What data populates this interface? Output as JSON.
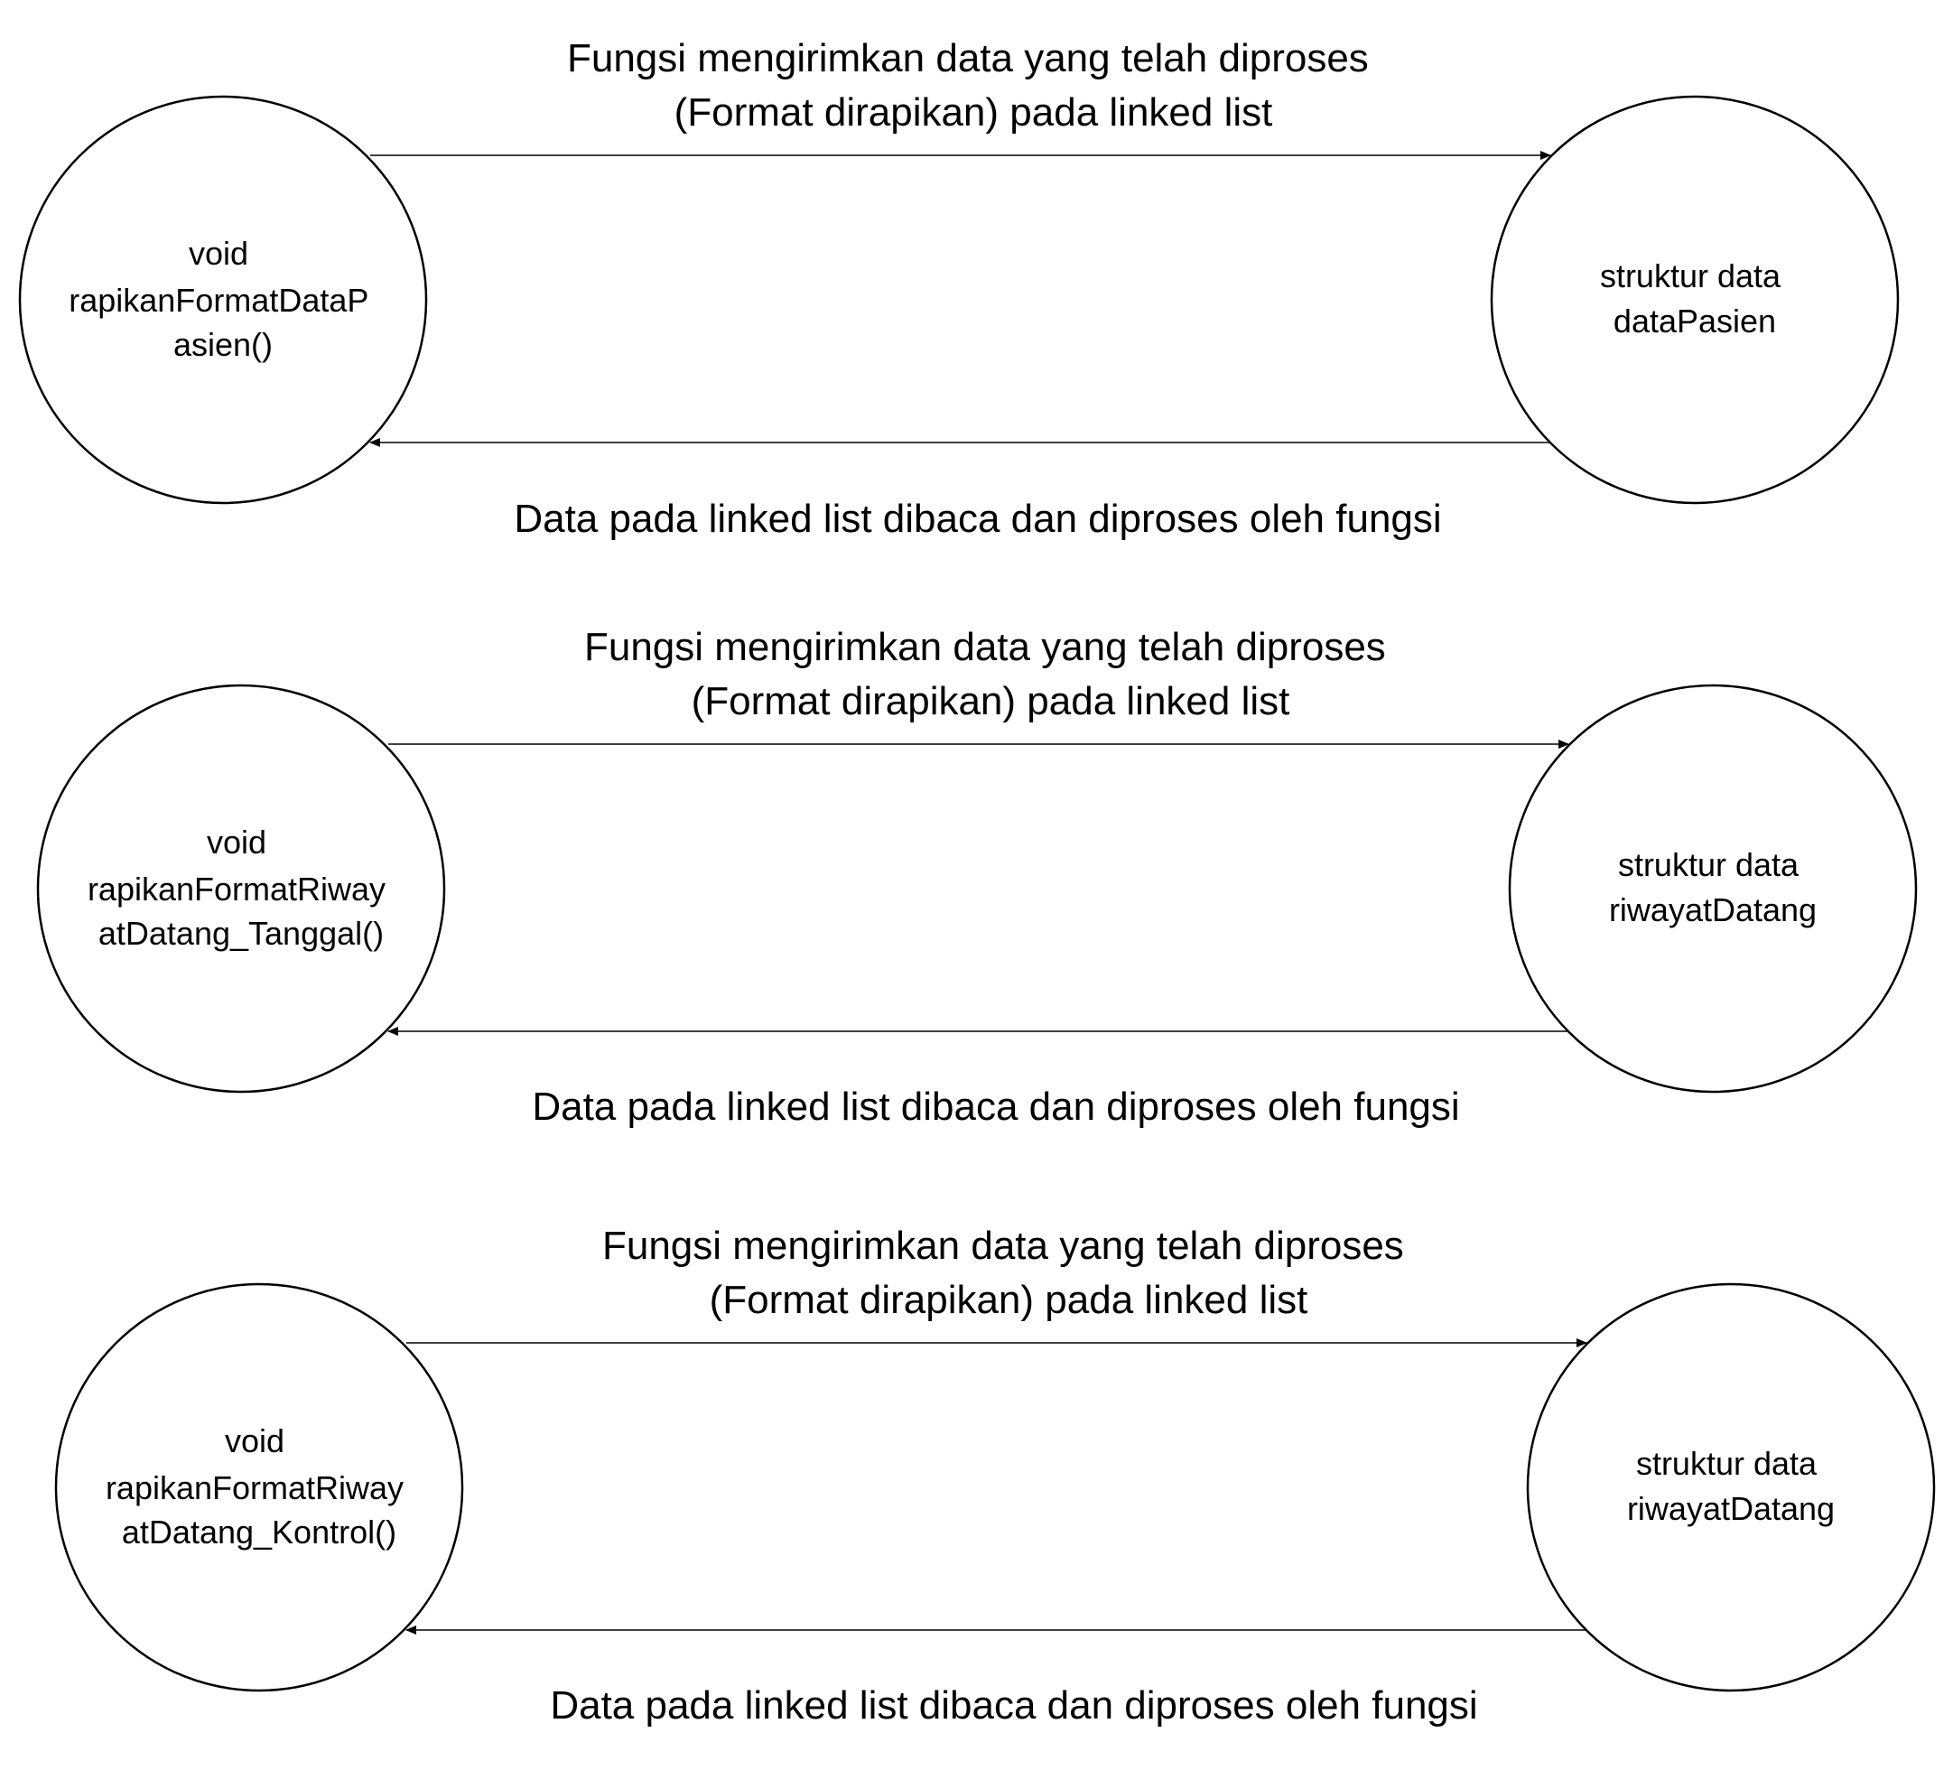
{
  "diagram": {
    "rows": [
      {
        "function_node": {
          "lines": [
            "void",
            "rapikanFormatDataP",
            "asien()"
          ]
        },
        "structure_node": {
          "lines": [
            "struktur data",
            "dataPasien"
          ]
        },
        "forward_edge": {
          "lines": [
            "Fungsi mengirimkan data yang telah diproses",
            "(Format dirapikan) pada linked list"
          ]
        },
        "return_edge": {
          "lines": [
            "Data pada linked list dibaca dan diproses oleh fungsi"
          ]
        }
      },
      {
        "function_node": {
          "lines": [
            "void",
            "rapikanFormatRiway",
            "atDatang_Tanggal()"
          ]
        },
        "structure_node": {
          "lines": [
            "struktur data",
            "riwayatDatang"
          ]
        },
        "forward_edge": {
          "lines": [
            "Fungsi mengirimkan data yang telah diproses",
            "(Format dirapikan) pada linked list"
          ]
        },
        "return_edge": {
          "lines": [
            "Data pada linked list dibaca dan diproses oleh fungsi"
          ]
        }
      },
      {
        "function_node": {
          "lines": [
            "void",
            "rapikanFormatRiway",
            "atDatang_Kontrol()"
          ]
        },
        "structure_node": {
          "lines": [
            "struktur data",
            "riwayatDatang"
          ]
        },
        "forward_edge": {
          "lines": [
            "Fungsi mengirimkan data yang telah diproses",
            "(Format dirapikan) pada linked list"
          ]
        },
        "return_edge": {
          "lines": [
            "Data pada linked list dibaca dan diproses oleh fungsi"
          ]
        }
      }
    ]
  }
}
